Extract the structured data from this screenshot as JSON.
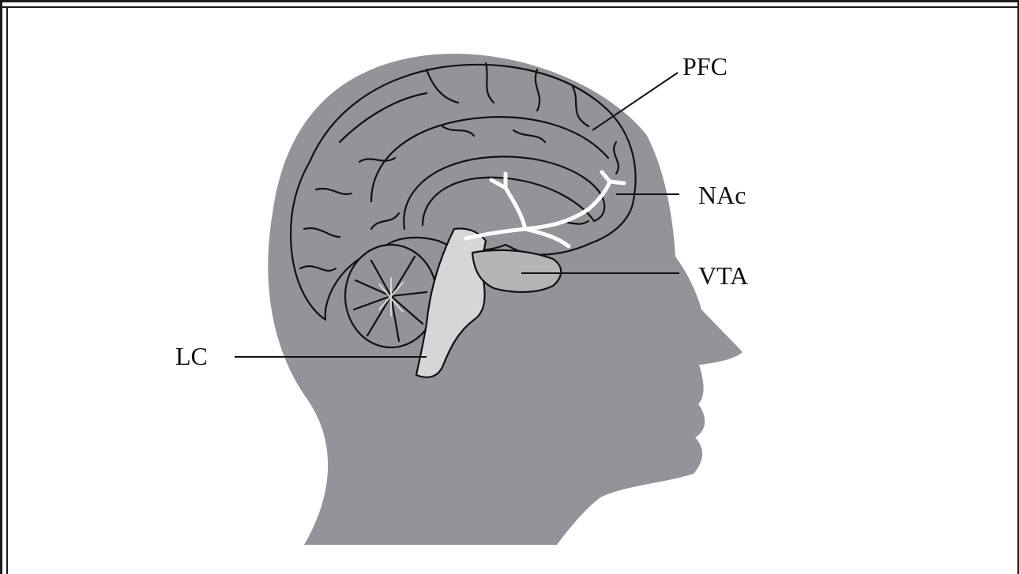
{
  "colors": {
    "head": "#949399",
    "brain_outline": "#111111",
    "brainstem": "#d6d6d8",
    "dopamine_pathway": "#ffffff",
    "label_text": "#111111"
  },
  "labels": {
    "pfc": "PFC",
    "nac": "NAc",
    "vta": "VTA",
    "lc": "LC"
  }
}
